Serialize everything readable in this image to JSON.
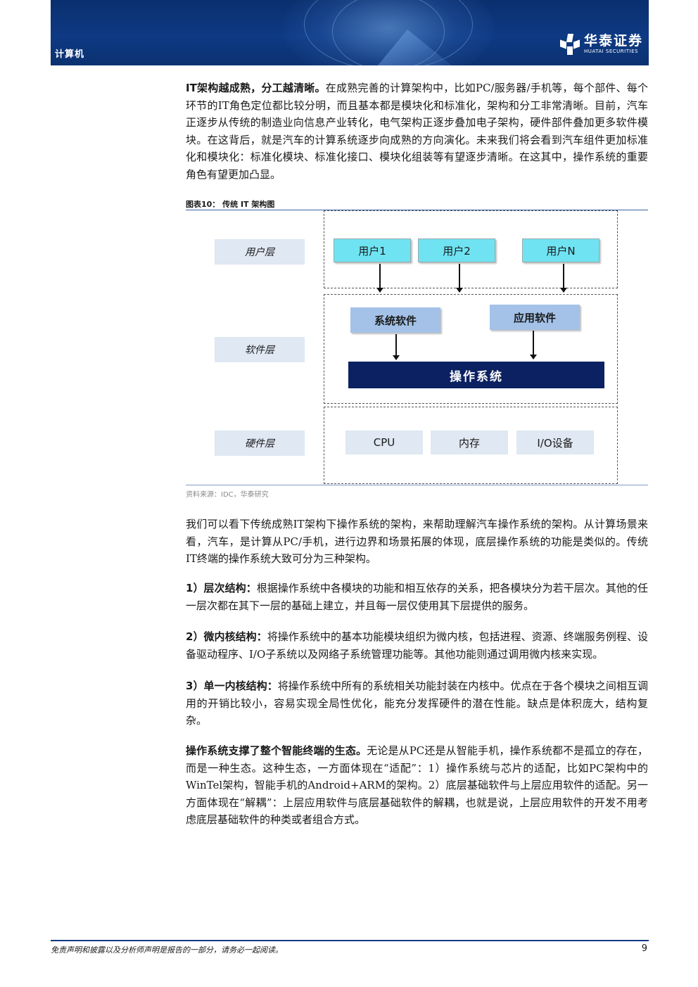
{
  "header": {
    "section": "计算机",
    "logo_cn": "华泰证券",
    "logo_en": "HUATAI SECURITIES"
  },
  "para1": {
    "bold": "IT架构越成熟，分工越清晰。",
    "text": "在成熟完善的计算架构中，比如PC/服务器/手机等，每个部件、每个环节的IT角色定位都比较分明，而且基本都是模块化和标准化，架构和分工非常清晰。目前，汽车正逐步从传统的制造业向信息产业转化，电气架构正逐步叠加电子架构，硬件部件叠加更多软件模块。在这背后，就是汽车的计算系统逐步向成熟的方向演化。未来我们将会看到汽车组件更加标准化和模块化：标准化模块、标准化接口、模块化组装等有望逐步清晰。在这其中，操作系统的重要角色有望更加凸显。"
  },
  "figure": {
    "title": "图表10：  传统 IT 架构图",
    "source": "资料来源：IDC，华泰研究",
    "layers": {
      "user": "用户层",
      "software": "软件层",
      "hardware": "硬件层"
    },
    "users": [
      "用户1",
      "用户2",
      "用户N"
    ],
    "system_software": "系统软件",
    "app_software": "应用软件",
    "os": "操作系统",
    "hardware": [
      "CPU",
      "内存",
      "I/O设备"
    ]
  },
  "para2": {
    "text": "我们可以看下传统成熟IT架构下操作系统的架构，来帮助理解汽车操作系统的架构。从计算场景来看，汽车，是计算从PC/手机，进行边界和场景拓展的体现，底层操作系统的功能是类似的。传统IT终端的操作系统大致可分为三种架构。"
  },
  "para3": {
    "bold": "1）层次结构：",
    "text": "根据操作系统中各模块的功能和相互依存的关系，把各模块分为若干层次。其他的任一层次都在其下一层的基础上建立，并且每一层仅使用其下层提供的服务。"
  },
  "para4": {
    "bold": "2）微内核结构：",
    "text": "将操作系统中的基本功能模块组织为微内核，包括进程、资源、终端服务例程、设备驱动程序、I/O子系统以及网络子系统管理功能等。其他功能则通过调用微内核来实现。"
  },
  "para5": {
    "bold": "3）单一内核结构：",
    "text": "将操作系统中所有的系统相关功能封装在内核中。优点在于各个模块之间相互调用的开销比较小，容易实现全局性优化，能充分发挥硬件的潜在性能。缺点是体积庞大，结构复杂。"
  },
  "para6": {
    "bold": "操作系统支撑了整个智能终端的生态。",
    "text": "无论是从PC还是从智能手机，操作系统都不是孤立的存在，而是一种生态。这种生态，一方面体现在“适配”：1）操作系统与芯片的适配，比如PC架构中的WinTel架构，智能手机的Android+ARM的架构。2）底层基础软件与上层应用软件的适配。另一方面体现在“解耦”：上层应用软件与底层基础软件的解耦，也就是说，上层应用软件的开发不用考虑底层基础软件的种类或者组合方式。"
  },
  "footer": {
    "disclaimer": "免责声明和披露以及分析师声明是报告的一部分，请务必一起阅读。",
    "page": "9"
  }
}
